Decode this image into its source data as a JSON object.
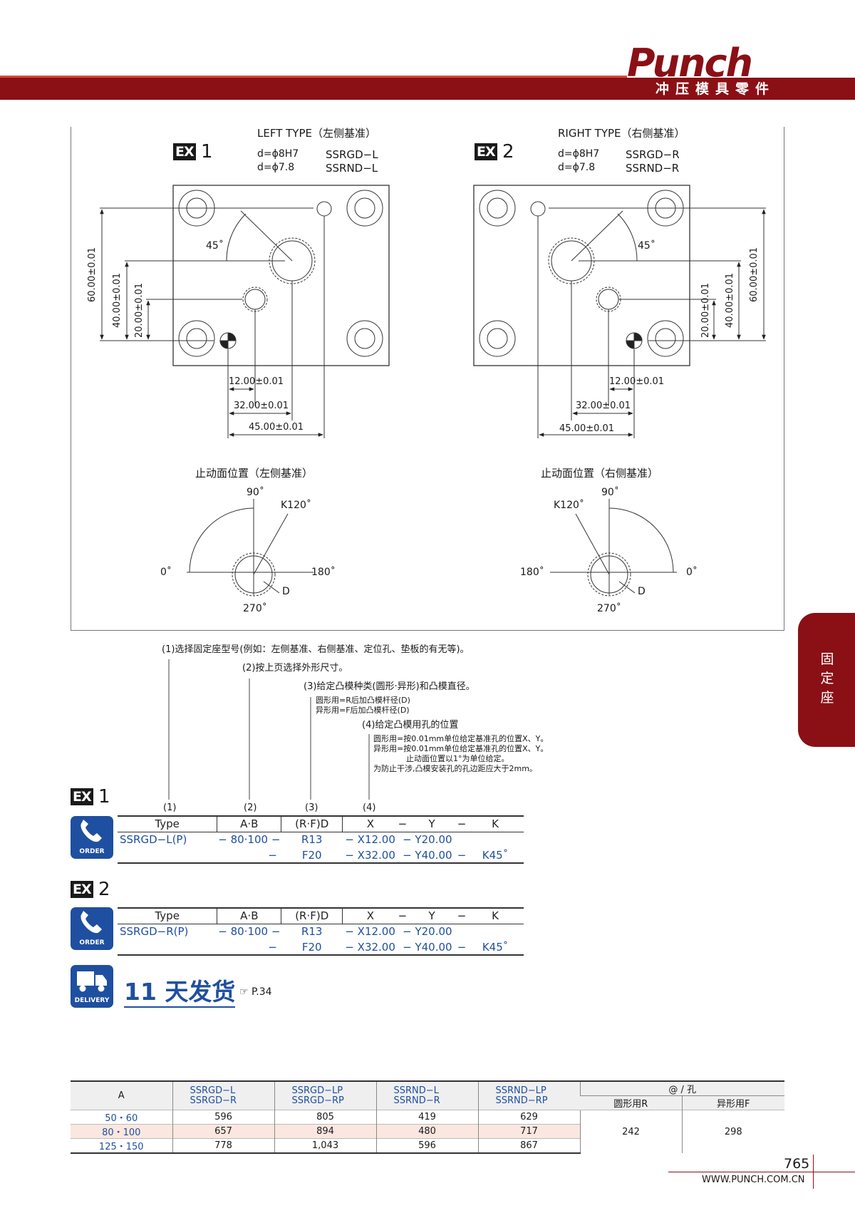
{
  "header": {
    "logo": "Punch",
    "subtitle": "冲压模具零件"
  },
  "ex1": {
    "badge": "EX",
    "num": "1",
    "title": "LEFT TYPE（左侧基准）",
    "d1": "d=ϕ8H7",
    "d2": "d=ϕ7.8",
    "m1": "SSRGD−L",
    "m2": "SSRND−L",
    "angle": "45˚",
    "dim60": "60.00±0.01",
    "dim40": "40.00±0.01",
    "dim20": "20.00±0.01",
    "dim12": "12.00±0.01",
    "dim32": "32.00±0.01",
    "dim45": "45.00±0.01"
  },
  "ex2": {
    "badge": "EX",
    "num": "2",
    "title": "RIGHT TYPE（右侧基准）",
    "d1": "d=ϕ8H7",
    "d2": "d=ϕ7.8",
    "m1": "SSRGD−R",
    "m2": "SSRND−R",
    "angle": "45˚",
    "dim60": "60.00±0.01",
    "dim40": "40.00±0.01",
    "dim20": "20.00±0.01",
    "dim12": "12.00±0.01",
    "dim32": "32.00±0.01",
    "dim45": "45.00±0.01"
  },
  "stop_left": {
    "title": "止动面位置（左侧基准）",
    "a90": "90˚",
    "a0": "0˚",
    "a180": "180˚",
    "a270": "270˚",
    "k": "K120˚",
    "d": "D"
  },
  "stop_right": {
    "title": "止动面位置（右侧基准）",
    "a90": "90˚",
    "a0": "0˚",
    "a180": "180˚",
    "a270": "270˚",
    "k": "K120˚",
    "d": "D"
  },
  "steps": {
    "s1": "(1)选择固定座型号(例如：左侧基准、右侧基准、定位孔、垫板的有无等)。",
    "s2": "(2)按上页选择外形尺寸。",
    "s3": "(3)给定凸模种类(圆形·异形)和凸模直径。",
    "s3a": "圆形用=R后加凸模杆径(D)",
    "s3b": "异形用=F后加凸模杆径(D)",
    "s4": "(4)给定凸模用孔的位置",
    "s4a": "圆形用=按0.01mm单位给定基准孔的位置X、Y。",
    "s4b": "异形用=按0.01mm单位给定基准孔的位置X、Y。",
    "s4c": "止动面位置以1°为单位给定。",
    "s4d": "为防止干涉,凸模安装孔的孔边距应大于2mm。",
    "l1": "(1)",
    "l2": "(2)",
    "l3": "(3)",
    "l4": "(4)"
  },
  "order1": {
    "badge": "EX",
    "num": "1",
    "icon_label": "ORDER",
    "headers": [
      "Type",
      "A·B",
      "(R·F)D",
      "X",
      "−",
      "Y",
      "−",
      "K"
    ],
    "row1": [
      "SSRGD−L(P)",
      "− 80·100 −",
      "R13",
      "− X12.00",
      "− Y20.00"
    ],
    "row2": [
      "−",
      "F20",
      "− X32.00",
      "− Y40.00",
      "−",
      "K45˚"
    ]
  },
  "order2": {
    "badge": "EX",
    "num": "2",
    "icon_label": "ORDER",
    "headers": [
      "Type",
      "A·B",
      "(R·F)D",
      "X",
      "−",
      "Y",
      "−",
      "K"
    ],
    "row1": [
      "SSRGD−R(P)",
      "− 80·100 −",
      "R13",
      "− X12.00",
      "− Y20.00"
    ],
    "row2": [
      "−",
      "F20",
      "− X32.00",
      "− Y40.00",
      "−",
      "K45˚"
    ]
  },
  "delivery": {
    "icon_label": "DELIVERY",
    "text": "11 天发货",
    "ref": "☞ P.34"
  },
  "price": {
    "col_a": "A",
    "col1": [
      "SSRGD−L",
      "SSRGD−R"
    ],
    "col2": [
      "SSRGD−LP",
      "SSRGD−RP"
    ],
    "col3": [
      "SSRND−L",
      "SSRND−R"
    ],
    "col4": [
      "SSRND−LP",
      "SSRND−RP"
    ],
    "extra": "@ / 孔",
    "round": "圆形用R",
    "shaped": "异形用F",
    "rows": [
      {
        "a": "50・60",
        "v": [
          "596",
          "805",
          "419",
          "629"
        ]
      },
      {
        "a": "80・100",
        "v": [
          "657",
          "894",
          "480",
          "717"
        ]
      },
      {
        "a": "125・150",
        "v": [
          "778",
          "1,043",
          "596",
          "867"
        ]
      }
    ],
    "r_price": "242",
    "f_price": "298"
  },
  "side_tab": "固定座",
  "page": {
    "number": "765",
    "url": "WWW.PUNCH.COM.CN"
  }
}
